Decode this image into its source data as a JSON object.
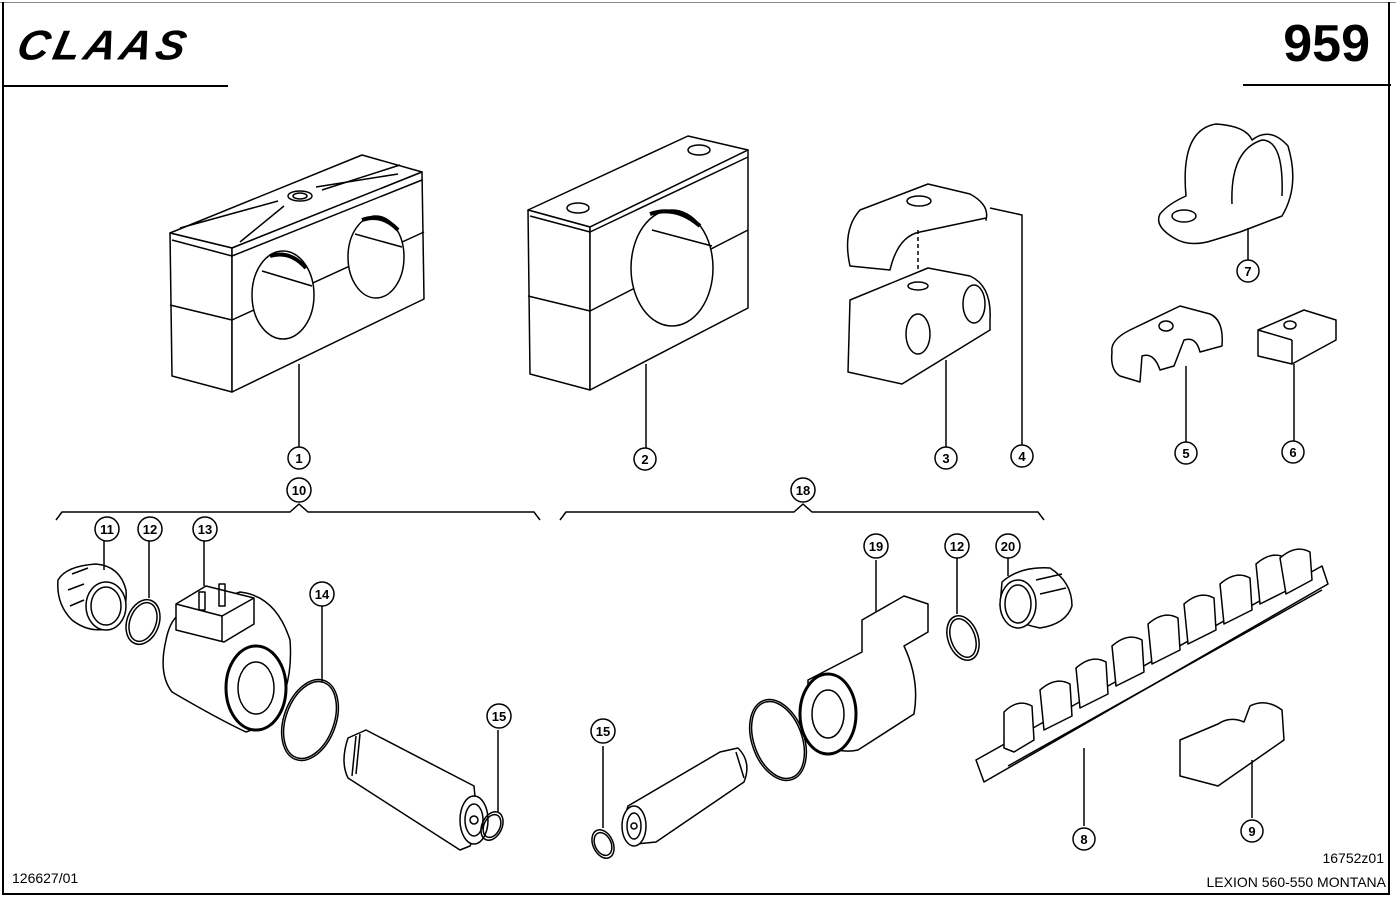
{
  "header": {
    "brand": "CLAAS",
    "page_number": "959"
  },
  "footer": {
    "document_ref": "126627/01",
    "drawing_code": "16752z01",
    "model": "LEXION 560-550 MONTANA"
  },
  "callouts": [
    {
      "id": "1",
      "label": "1"
    },
    {
      "id": "2",
      "label": "2"
    },
    {
      "id": "3",
      "label": "3"
    },
    {
      "id": "4",
      "label": "4"
    },
    {
      "id": "5",
      "label": "5"
    },
    {
      "id": "6",
      "label": "6"
    },
    {
      "id": "7",
      "label": "7"
    },
    {
      "id": "8",
      "label": "8"
    },
    {
      "id": "9",
      "label": "9"
    },
    {
      "id": "10",
      "label": "10"
    },
    {
      "id": "11",
      "label": "11"
    },
    {
      "id": "12a",
      "label": "12"
    },
    {
      "id": "13",
      "label": "13"
    },
    {
      "id": "14",
      "label": "14"
    },
    {
      "id": "15a",
      "label": "15"
    },
    {
      "id": "18",
      "label": "18"
    },
    {
      "id": "19",
      "label": "19"
    },
    {
      "id": "12b",
      "label": "12"
    },
    {
      "id": "20",
      "label": "20"
    },
    {
      "id": "15b",
      "label": "15"
    }
  ]
}
